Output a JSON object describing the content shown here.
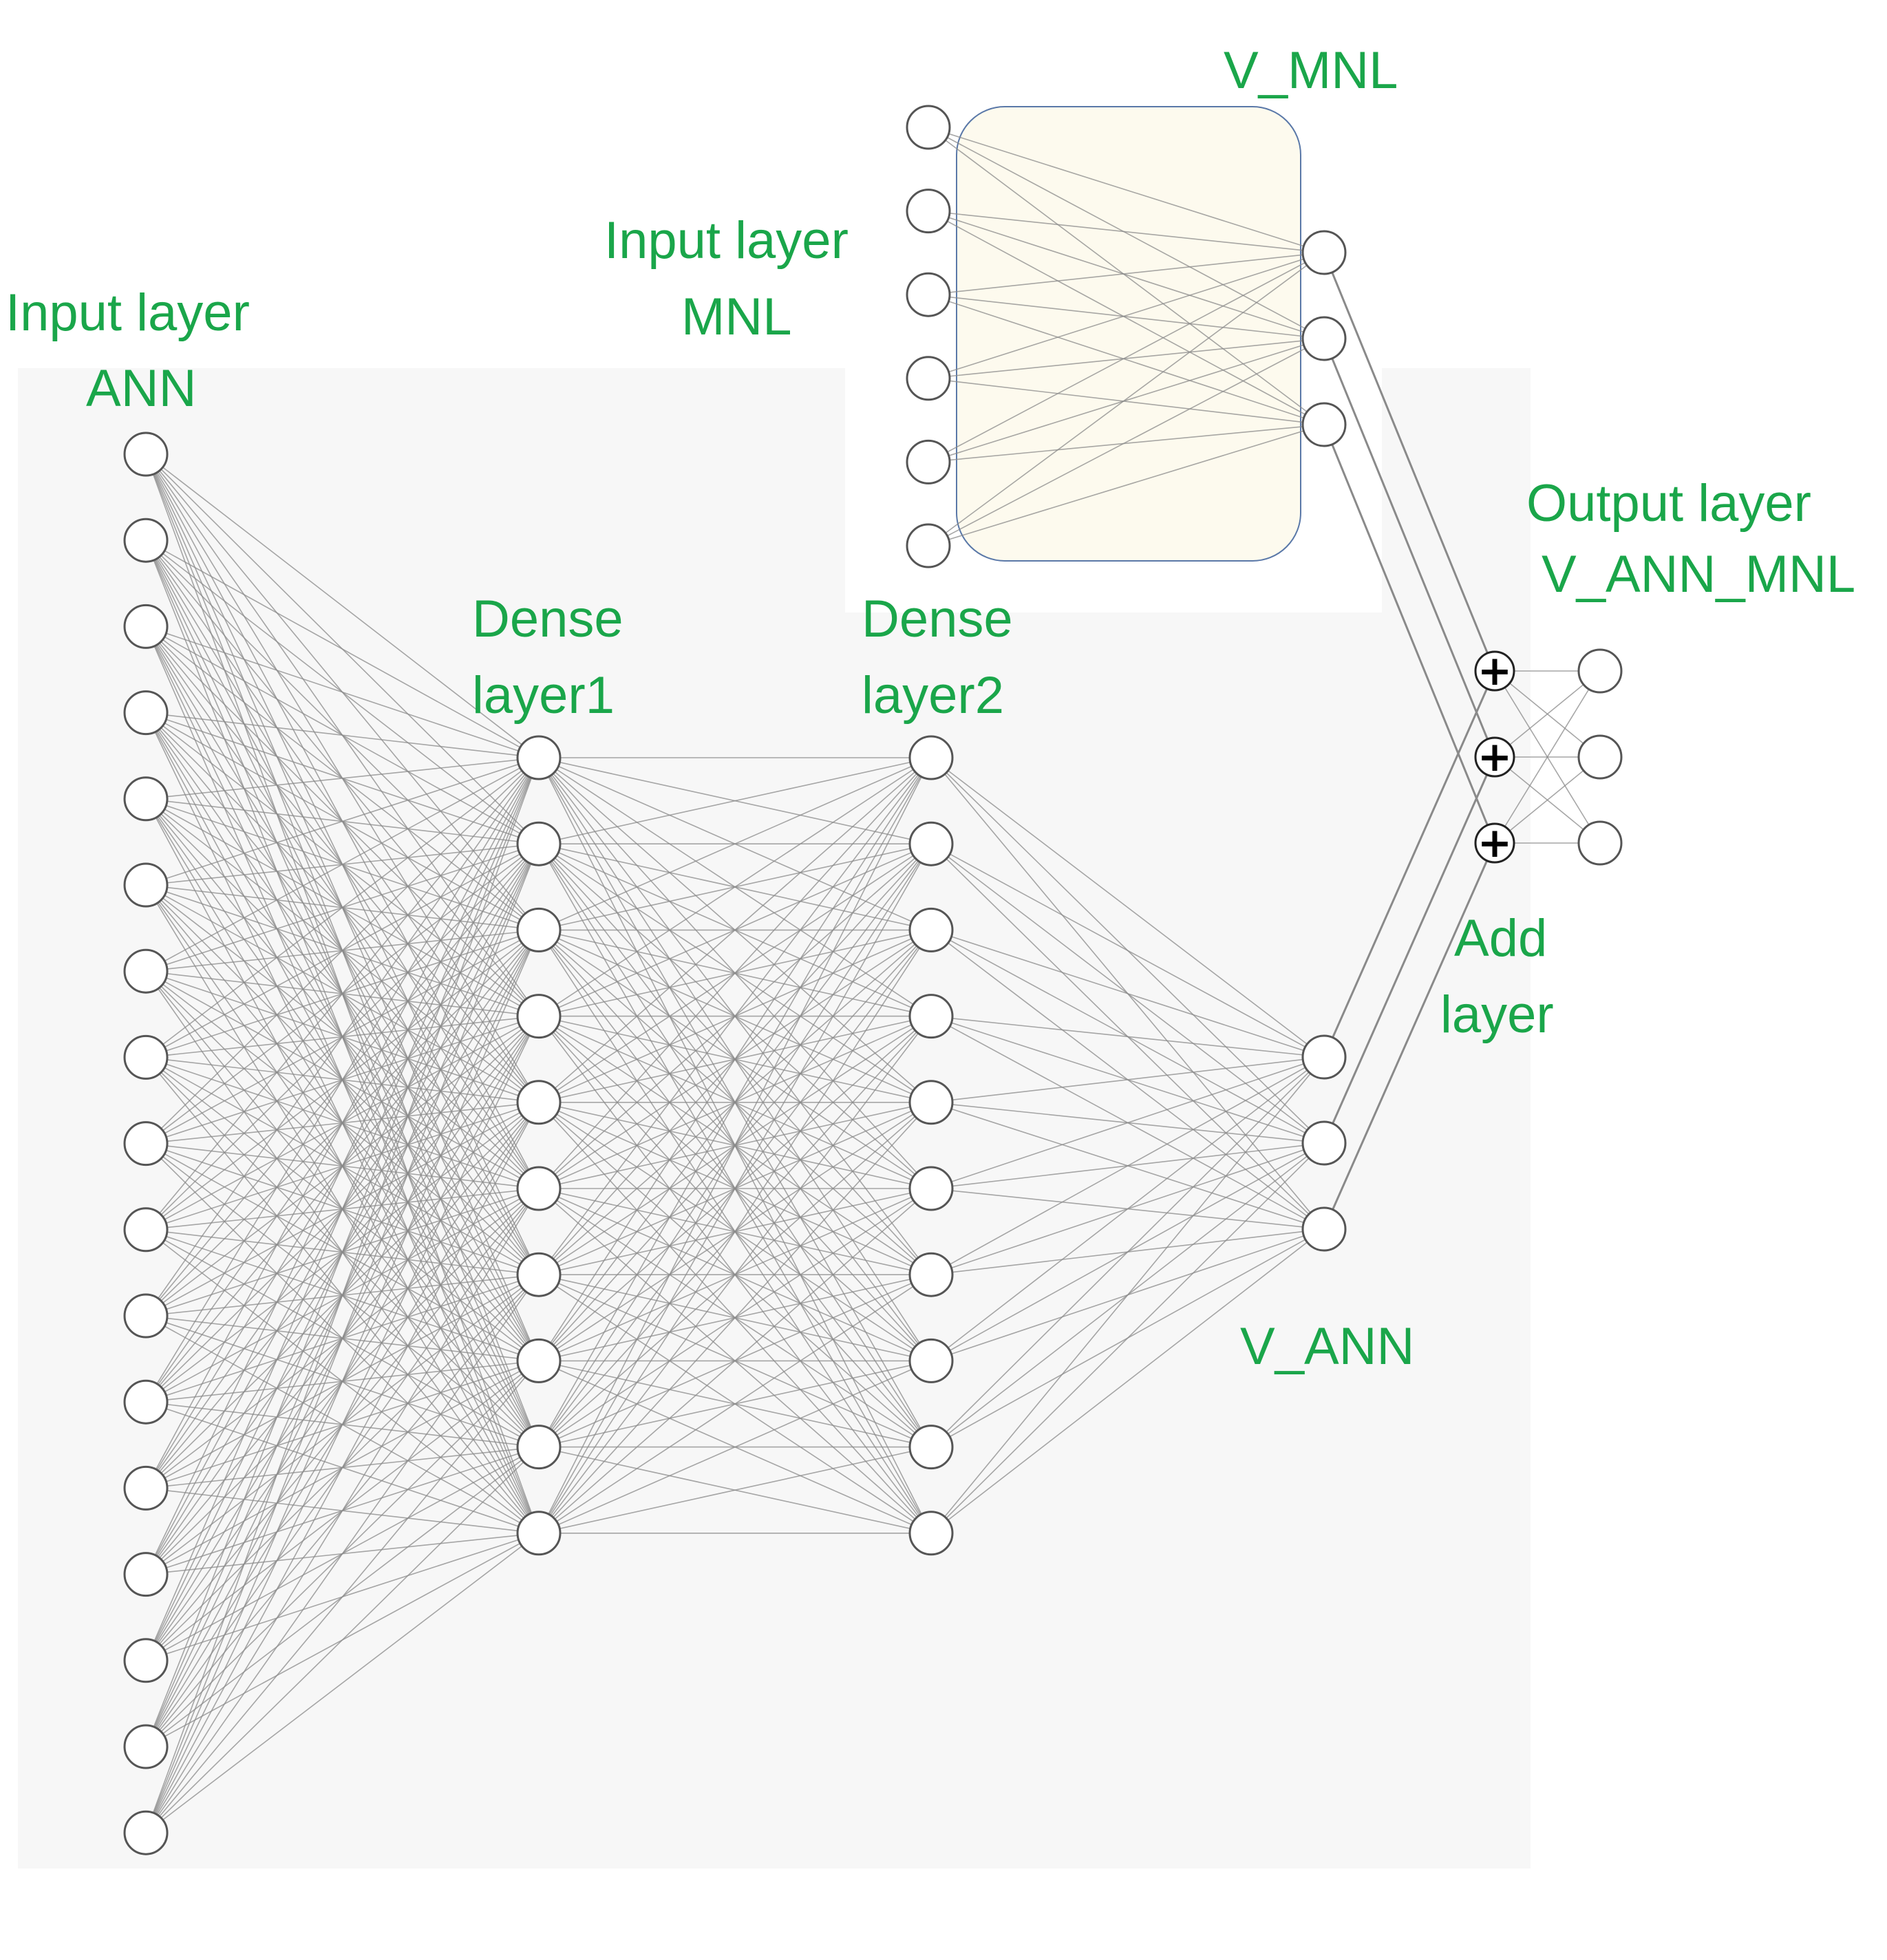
{
  "labels": {
    "input_ann": [
      "Input layer",
      "ANN"
    ],
    "input_mnl": [
      "Input layer",
      "MNL"
    ],
    "v_mnl": "V_MNL",
    "dense1": [
      "Dense",
      "layer1"
    ],
    "dense2": [
      "Dense",
      "layer2"
    ],
    "output": [
      "Output layer",
      "V_ANN_MNL"
    ],
    "add": [
      "Add",
      "layer"
    ],
    "v_ann": "V_ANN",
    "add_symbol": "+"
  },
  "network": {
    "ann_input_nodes": 17,
    "dense1_nodes": 10,
    "dense2_nodes": 10,
    "v_ann_nodes": 3,
    "mnl_input_nodes": 6,
    "v_mnl_nodes": 3,
    "add_nodes": 3,
    "output_nodes": 3
  },
  "colors": {
    "label": "#1aa64a",
    "panel": "#f7f7f7",
    "mnl_box": "#fdfaee",
    "mnl_box_border": "#5a78a8",
    "edge": "#8a8a8a",
    "node_stroke": "#555555"
  }
}
